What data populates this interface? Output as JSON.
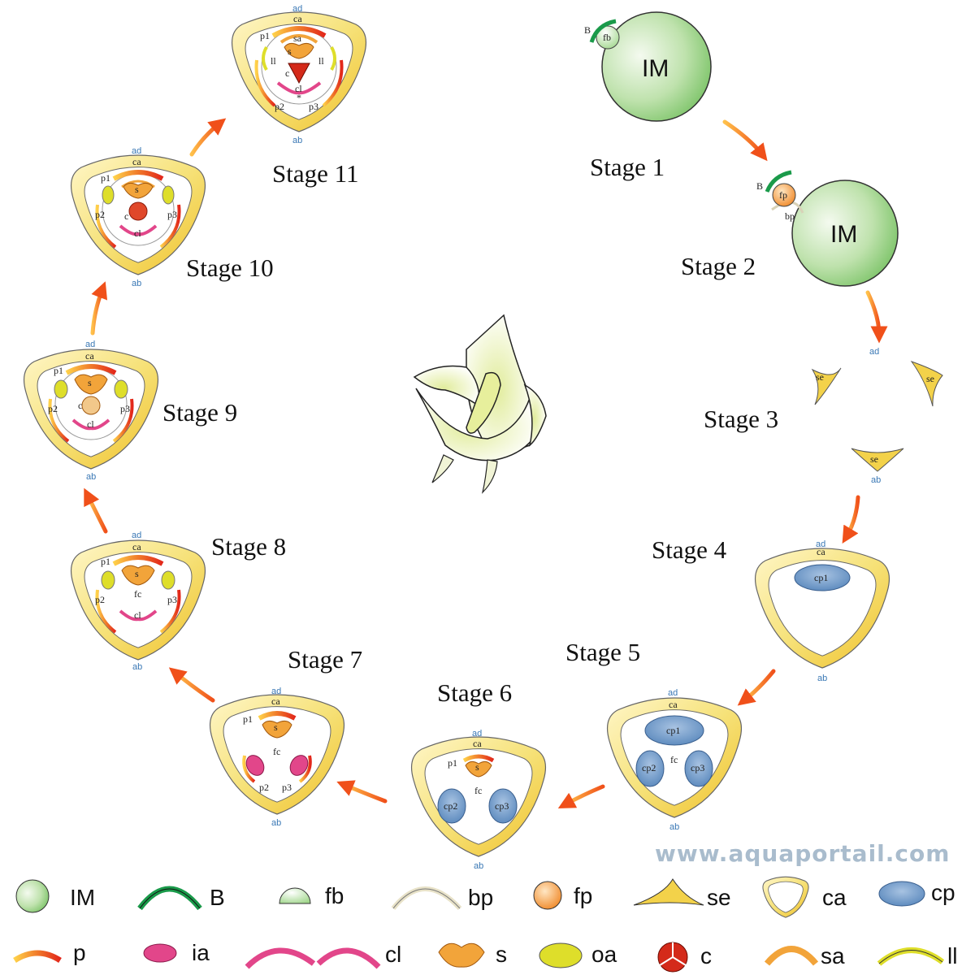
{
  "watermark": "www.aquaportail.com",
  "stages": {
    "s1": "Stage 1",
    "s2": "Stage 2",
    "s3": "Stage 3",
    "s4": "Stage 4",
    "s5": "Stage 5",
    "s6": "Stage 6",
    "s7": "Stage 7",
    "s8": "Stage 8",
    "s9": "Stage 9",
    "s10": "Stage 10",
    "s11": "Stage 11"
  },
  "labels": {
    "im": "IM",
    "b": "B",
    "fb": "fb",
    "fp": "fp",
    "bp": "bp",
    "se": "se",
    "ad": "ad",
    "ab": "ab",
    "ca": "ca",
    "fc": "fc",
    "cp1": "cp1",
    "cp2": "cp2",
    "cp3": "cp3",
    "p1": "p1",
    "p2": "p2",
    "p3": "p3",
    "s": "s",
    "c": "c",
    "cl": "cl",
    "ll": "ll",
    "sa": "sa",
    "oa": "oa",
    "ia": "ia"
  },
  "legend": [
    {
      "key": "IM"
    },
    {
      "key": "B"
    },
    {
      "key": "fb"
    },
    {
      "key": "bp"
    },
    {
      "key": "fp"
    },
    {
      "key": "se"
    },
    {
      "key": "ca"
    },
    {
      "key": "cp"
    },
    {
      "key": "p"
    },
    {
      "key": "ia"
    },
    {
      "key": "cl"
    },
    {
      "key": "s"
    },
    {
      "key": "oa"
    },
    {
      "key": "c"
    },
    {
      "key": "sa"
    },
    {
      "key": "ll"
    }
  ],
  "colors": {
    "im_green": "#7cc266",
    "bract_green": "#1a9a4a",
    "fp_orange": "#f39a3a",
    "ca_yellow": "#f3cf3a",
    "cp_blue": "#7099c6",
    "p_red": "#e23a2a",
    "ia_pink": "#e2468a",
    "oa_yellow": "#dede2a",
    "c_red": "#d42a1a",
    "arrow": "#f06418",
    "axis_blue": "#3a78b5"
  }
}
